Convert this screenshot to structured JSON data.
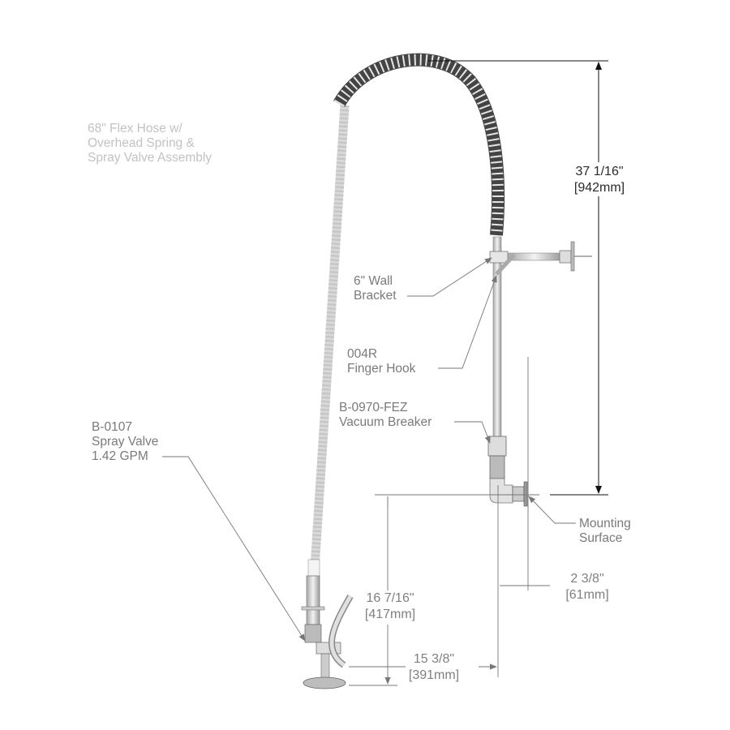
{
  "diagram": {
    "subject": "Pre-rinse faucet assembly dimensional drawing",
    "callouts": {
      "flex_hose": {
        "line1": "68\" Flex Hose w/",
        "line2": "Overhead Spring &",
        "line3": "Spray Valve Assembly"
      },
      "wall_bracket": {
        "line1": "6\" Wall",
        "line2": "Bracket"
      },
      "finger_hook": {
        "line1": "004R",
        "line2": "Finger Hook"
      },
      "vacuum_breaker": {
        "line1": "B-0970-FEZ",
        "line2": "Vacuum Breaker"
      },
      "spray_valve": {
        "line1": "B-0107",
        "line2": "Spray Valve",
        "line3": "1.42 GPM"
      },
      "mounting_surface": {
        "line1": "Mounting",
        "line2": "Surface"
      }
    },
    "dimensions": {
      "overall_height": {
        "imperial": "37 1/16\"",
        "metric": "[942mm]"
      },
      "valve_height": {
        "imperial": "16 7/16\"",
        "metric": "[417mm]"
      },
      "wall_offset": {
        "imperial": "2 3/8\"",
        "metric": "[61mm]"
      },
      "reach": {
        "imperial": "15 3/8\"",
        "metric": "[391mm]"
      }
    },
    "colors": {
      "dimension_text": "#2a2a2a",
      "callout_text": "#7a7a7a",
      "faint_text": "#c2c2c2",
      "spring": "#3a3a3a",
      "pipe": "#d0d0d0"
    }
  }
}
